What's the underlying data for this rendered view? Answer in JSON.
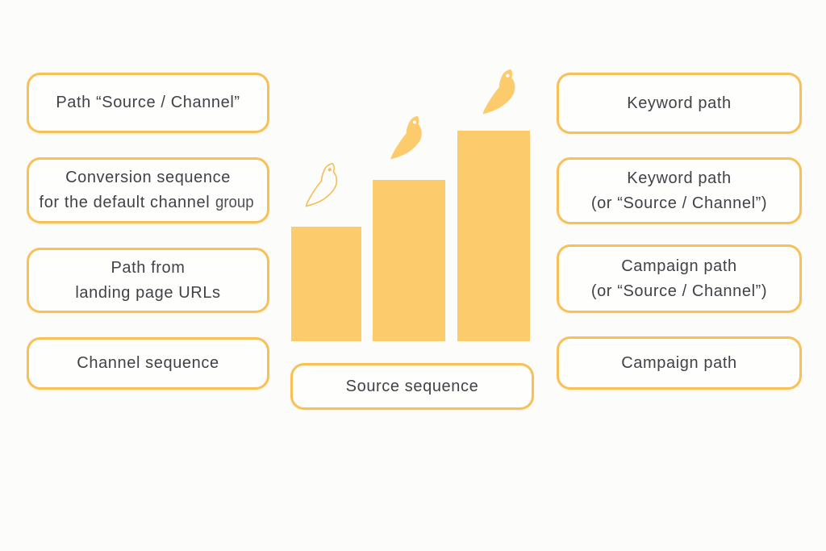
{
  "canvas": {
    "background": "#fcfcfb"
  },
  "palette": {
    "bar_fill": "#fccb6c",
    "box_border": "#f7c158",
    "bird_outline_stroke": "#f5bd53",
    "box_background": "#fefefd",
    "text": "#404247"
  },
  "left_column": {
    "boxes": [
      {
        "line1": "Path “Source / Channel”"
      },
      {
        "line1": "Conversion sequence",
        "line2": "for the default channel",
        "line2_alt": "group"
      },
      {
        "line1": "Path from",
        "line2": "landing page URLs"
      },
      {
        "line1": "Channel sequence"
      }
    ]
  },
  "center": {
    "label": "Source sequence",
    "illustration": {
      "type": "ascending bar chart with bird icons",
      "bars_relative_heights": [
        142,
        200,
        261
      ],
      "birds": [
        {
          "icon": "bird-icon",
          "style": "outline"
        },
        {
          "icon": "bird-icon",
          "style": "filled"
        },
        {
          "icon": "bird-icon",
          "style": "filled"
        }
      ]
    }
  },
  "right_column": {
    "boxes": [
      {
        "line1": "Keyword path"
      },
      {
        "line1": "Keyword path",
        "line2": "(or “Source / Channel”)"
      },
      {
        "line1": "Campaign path",
        "line2": "(or “Source / Channel”)"
      },
      {
        "line1": "Campaign path"
      }
    ]
  }
}
